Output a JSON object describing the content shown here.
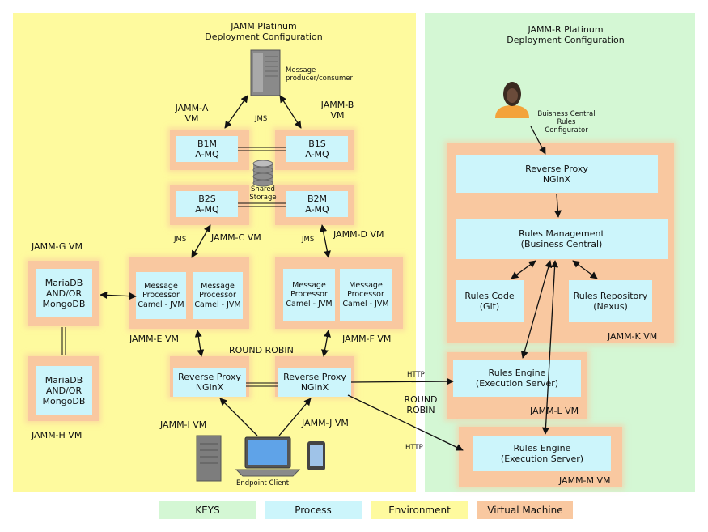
{
  "environments": {
    "left_title": "JAMM Platinum\nDeployment Configuration",
    "right_title": "JAMM-R Platinum\nDeployment Configuration"
  },
  "vms": {
    "a": "JAMM-A\nVM",
    "b": "JAMM-B\nVM",
    "c": "JAMM-C VM",
    "d": "JAMM-D VM",
    "e": "JAMM-E VM",
    "f": "JAMM-F VM",
    "g": "JAMM-G VM",
    "h": "JAMM-H VM",
    "i": "JAMM-I VM",
    "j": "JAMM-J VM",
    "k": "JAMM-K VM",
    "l": "JAMM-L VM",
    "m": "JAMM-M VM"
  },
  "processes": {
    "b1m": "B1M\nA-MQ",
    "b1s": "B1S\nA-MQ",
    "b2s": "B2S\nA-MQ",
    "b2m": "B2M\nA-MQ",
    "mp": "Message\nProcessor\nCamel - JVM",
    "db": "MariaDB\nAND/OR\nMongoDB",
    "proxy": "Reverse Proxy\nNGinX",
    "rules_mgmt": "Rules Management\n(Business Central)",
    "rules_code": "Rules Code\n(Git)",
    "rules_repo": "Rules Repository\n(Nexus)",
    "rules_engine": "Rules Engine\n(Execution Server)"
  },
  "labels": {
    "message_producer": "Message\nproducer/consumer",
    "shared_storage": "Shared\nStorage",
    "jms": "JMS",
    "round_robin": "ROUND ROBIN",
    "round_robin_stacked": "ROUND\nROBIN",
    "http": "HTTP",
    "endpoint_client": "Endpoint Client",
    "bc_configurator": "Buisness Central\nRules\nConfigurator"
  },
  "keys": {
    "keys": "KEYS",
    "process": "Process",
    "environment": "Environment",
    "virtual_machine": "Virtual Machine"
  },
  "colors": {
    "environment_left": "#fefa9e",
    "environment_right": "#d4f7d4",
    "virtual_machine": "#f9c8a0",
    "process": "#ccf5fb"
  }
}
